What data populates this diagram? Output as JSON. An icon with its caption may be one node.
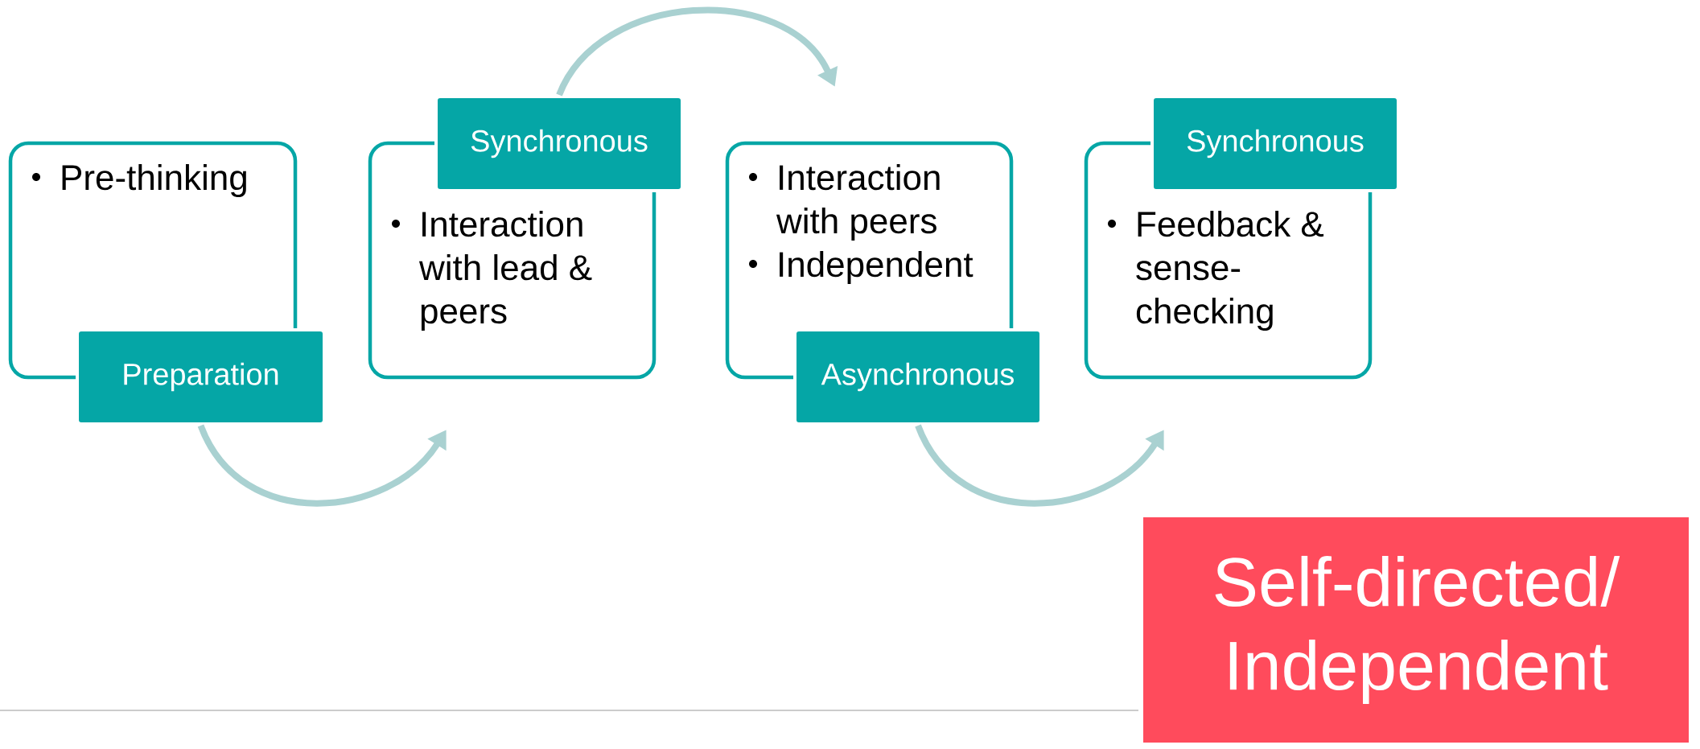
{
  "diagram": {
    "nodes": [
      {
        "text": [
          "Pre-thinking"
        ]
      },
      {
        "text": [
          "Preparation"
        ]
      },
      {
        "text": [
          "Interaction with lead & peers"
        ]
      },
      {
        "text": [
          "Synchronous"
        ]
      },
      {
        "text": [
          "Interaction with peers",
          "Independent"
        ]
      },
      {
        "text": [
          "Asynchronous"
        ]
      },
      {
        "text": [
          "Feedback & sense-checking"
        ]
      },
      {
        "text": [
          "Synchronous"
        ]
      },
      {
        "text": [
          "Self-directed/ Independent"
        ]
      }
    ],
    "edges": [
      {
        "from": 1,
        "to": 2,
        "arrow": "to"
      },
      {
        "from": 3,
        "to": 4,
        "arrow": "to"
      },
      {
        "from": 5,
        "to": 6,
        "arrow": "to"
      }
    ]
  }
}
